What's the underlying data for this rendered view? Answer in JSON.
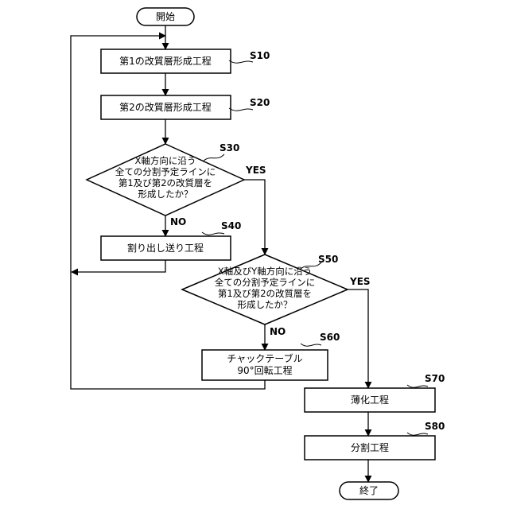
{
  "terminals": {
    "start": "開始",
    "end": "終了"
  },
  "steps": {
    "s10": {
      "id": "S10",
      "text": "第1の改質層形成工程"
    },
    "s20": {
      "id": "S20",
      "text": "第2の改質層形成工程"
    },
    "s30": {
      "id": "S30",
      "lines": [
        "X軸方向に沿う",
        "全ての分割予定ラインに",
        "第1及び第2の改質層を",
        "形成したか？"
      ]
    },
    "s40": {
      "id": "S40",
      "text": "割り出し送り工程"
    },
    "s50": {
      "id": "S50",
      "lines": [
        "X軸及びY軸方向に沿う",
        "全ての分割予定ラインに",
        "第1及び第2の改質層を",
        "形成したか？"
      ]
    },
    "s60": {
      "id": "S60",
      "lines": [
        "チャックテーブル",
        "90°回転工程"
      ]
    },
    "s70": {
      "id": "S70",
      "text": "薄化工程"
    },
    "s80": {
      "id": "S80",
      "text": "分割工程"
    }
  },
  "branches": {
    "yes": "YES",
    "no": "NO"
  }
}
